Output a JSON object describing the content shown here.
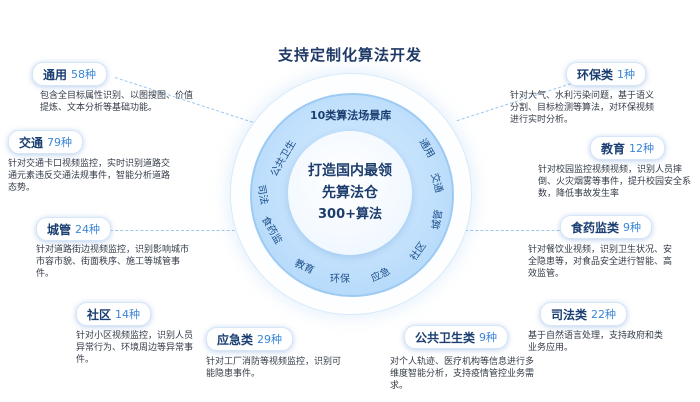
{
  "title": "支持定制化算法开发",
  "center": {
    "top_label": "10类算法场景库",
    "line1": "打造国内最领",
    "line2": "先算法仓",
    "line3": "300+算法"
  },
  "ring_labels": [
    "公共卫生",
    "通用",
    "交通",
    "城管",
    "社区",
    "应急",
    "环保",
    "教育",
    "食药监",
    "司法"
  ],
  "categories": [
    {
      "name": "通用",
      "count": "58种",
      "desc": "包含全目标属性识别、以图搜图、价值提炼、文本分析等基础功能。"
    },
    {
      "name": "交通",
      "count": "79种",
      "desc": "针对交通卡口视频监控，实时识别道路交通元素违反交通法规事件，智能分析道路态势。"
    },
    {
      "name": "城管",
      "count": "24种",
      "desc": "针对道路街边视频监控，识别影响城市市容市貌、街面秩序、施工等城管事件。"
    },
    {
      "name": "社区",
      "count": "14种",
      "desc": "针对小区视频监控，识别人员异常行为、环境周边等异常事件。"
    },
    {
      "name": "应急类",
      "count": "29种",
      "desc": "针对工厂消防等视频监控，识别可能隐患事件。"
    },
    {
      "name": "公共卫生类",
      "count": "9种",
      "desc": "对个人轨迹、医疗机构等信息进行多维度智能分析，支持疫情管控业务需求。"
    },
    {
      "name": "司法类",
      "count": "22种",
      "desc": "基于自然语言处理，支持政府和类业务应用。"
    },
    {
      "name": "食药监类",
      "count": "9种",
      "desc": "针对餐饮业视频，识别卫生状况、安全隐患等，对食品安全进行智能、高效监管。"
    },
    {
      "name": "教育",
      "count": "12种",
      "desc": "针对校园监控视频视频，识别人员摔倒、火灾烟雾等事件，提升校园安全系数，降低事故发生率"
    },
    {
      "name": "环保类",
      "count": "1种",
      "desc": "针对大气、水利污染问题，基于语义分割、目标检测等算法，对环保视频进行实时分析。"
    }
  ]
}
